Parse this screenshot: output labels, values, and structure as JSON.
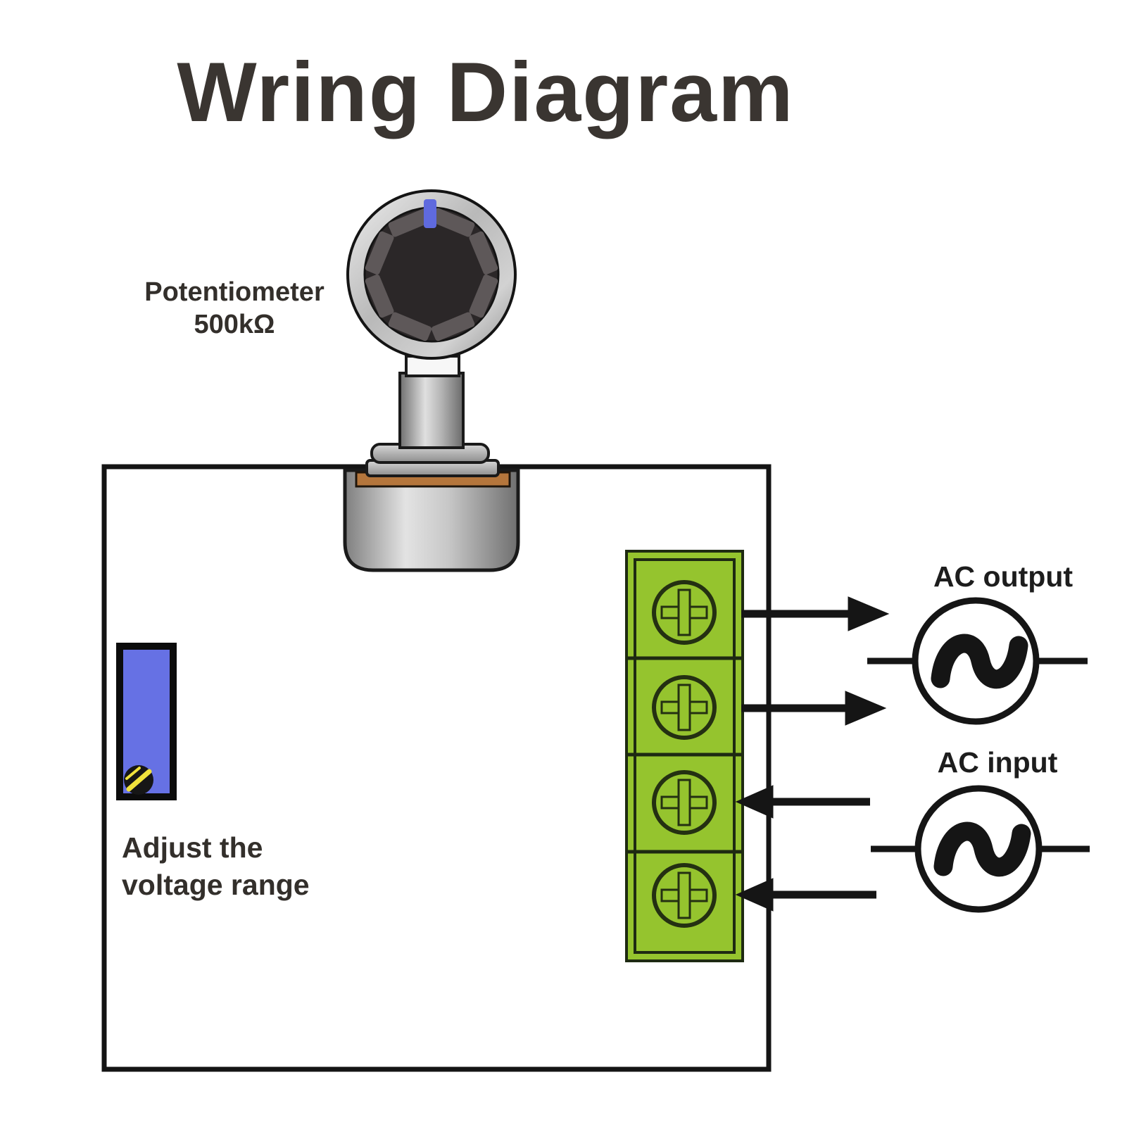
{
  "title": "Wring Diagram",
  "potentiometer": {
    "label_line1": "Potentiometer",
    "label_line2": "500kΩ",
    "indicator_icon": "knob-pointer"
  },
  "trimmer": {
    "label_line1": "Adjust the",
    "label_line2": "voltage range"
  },
  "terminal_block": {
    "terminal_count": 4,
    "screw_icon": "phillips-screw"
  },
  "ac_output": {
    "label": "AC output",
    "symbol": "ac-sine-source"
  },
  "ac_input": {
    "label": "AC input",
    "symbol": "ac-sine-source"
  },
  "colors": {
    "green": "#95c42e",
    "green_stroke": "#26330f",
    "blue_trimmer": "#6671e4",
    "blue_indicator": "#5f6ade",
    "copper": "#b5763c",
    "screw_slot_yellow": "#f0e23c",
    "ink": "#151515",
    "text": "#35312c"
  }
}
